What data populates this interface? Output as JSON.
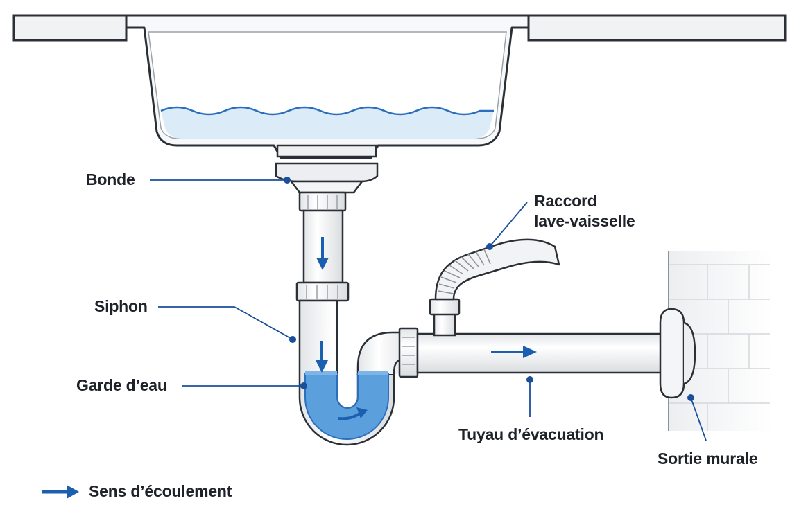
{
  "labels": {
    "drain": "Bonde",
    "trap": "Siphon",
    "water_seal": "Garde d’eau",
    "dishwasher_line1": "Raccord",
    "dishwasher_line2": "lave-vaisselle",
    "drain_pipe": "Tuyau d’évacuation",
    "wall_outlet": "Sortie murale"
  },
  "legend": {
    "flow_direction": "Sens d’écoulement"
  },
  "colors": {
    "outline": "#2b2f36",
    "label_line": "#1b4f9c",
    "arrow": "#1b5fb0",
    "water_basin": "#dcebf8",
    "water_trap": "#5b9fdc",
    "pipe_fill": "#f3f4f5"
  }
}
